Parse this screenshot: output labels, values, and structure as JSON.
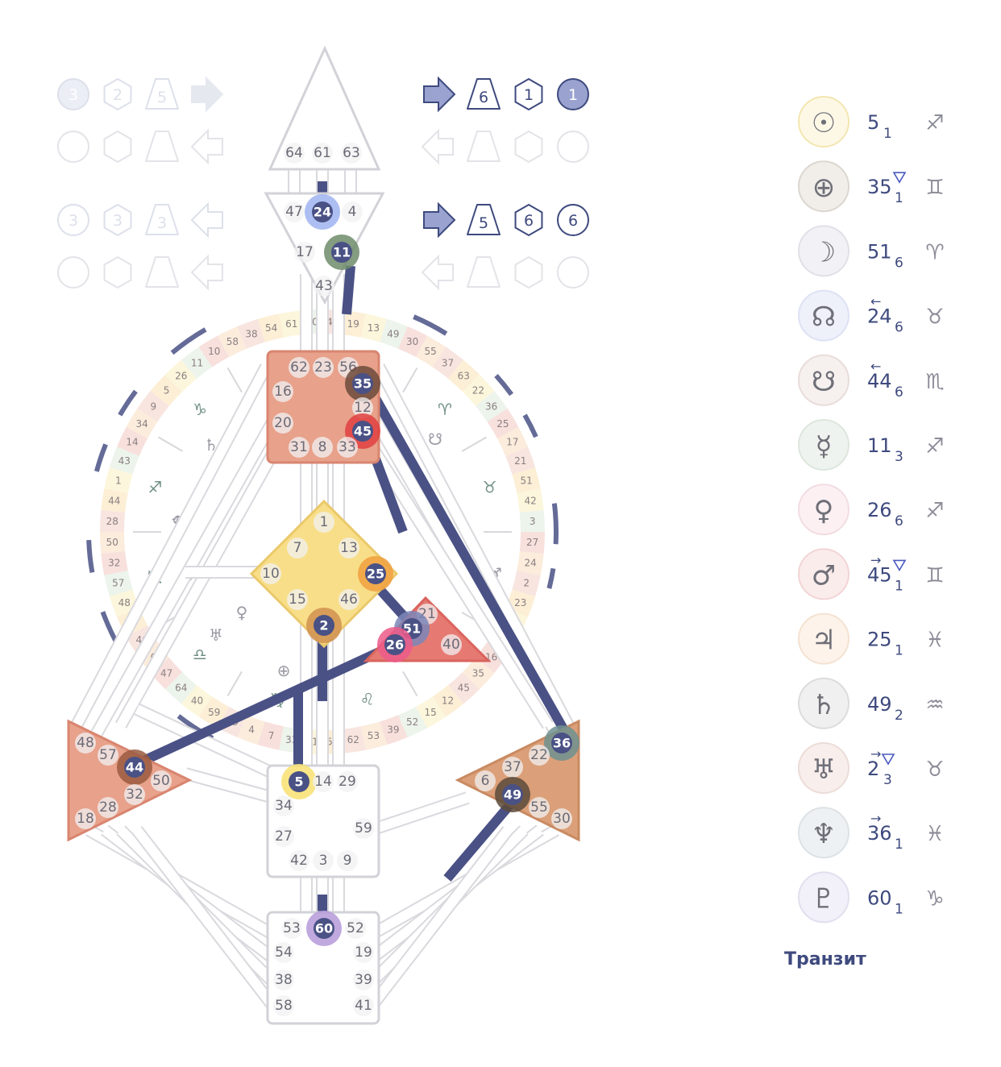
{
  "panel": {
    "label": "Транзит",
    "planets": [
      {
        "name": "sun-icon",
        "glyph": "☉",
        "gate": "5",
        "line": "1",
        "arrow": "",
        "tri": false,
        "sign": "♐",
        "bg": "#fdf8e6",
        "border": "#f3e6b0"
      },
      {
        "name": "earth-icon",
        "glyph": "⊕",
        "gate": "35",
        "line": "1",
        "arrow": "",
        "tri": true,
        "sign": "♊",
        "bg": "#f1eeea",
        "border": "#dcd6cf"
      },
      {
        "name": "moon-icon",
        "glyph": "☽",
        "gate": "51",
        "line": "6",
        "arrow": "",
        "tri": false,
        "sign": "♈",
        "bg": "#f2f2f6",
        "border": "#e0e0e8"
      },
      {
        "name": "north-node-icon",
        "glyph": "☊",
        "gate": "24",
        "line": "6",
        "arrow": "←",
        "tri": false,
        "sign": "♉",
        "bg": "#eef0fa",
        "border": "#dde2f4"
      },
      {
        "name": "south-node-icon",
        "glyph": "☋",
        "gate": "44",
        "line": "6",
        "arrow": "←",
        "tri": false,
        "sign": "♏",
        "bg": "#f6f0ee",
        "border": "#e8ddda"
      },
      {
        "name": "mercury-icon",
        "glyph": "☿",
        "gate": "11",
        "line": "3",
        "arrow": "",
        "tri": false,
        "sign": "♐",
        "bg": "#eff3ef",
        "border": "#dde6dd"
      },
      {
        "name": "venus-icon",
        "glyph": "♀",
        "gate": "26",
        "line": "6",
        "arrow": "",
        "tri": false,
        "sign": "♐",
        "bg": "#fcf0f3",
        "border": "#f2dde3"
      },
      {
        "name": "mars-icon",
        "glyph": "♂",
        "gate": "45",
        "line": "1",
        "arrow": "→",
        "tri": true,
        "sign": "♊",
        "bg": "#fbecec",
        "border": "#f2d4d4"
      },
      {
        "name": "jupiter-icon",
        "glyph": "♃",
        "gate": "25",
        "line": "1",
        "arrow": "",
        "tri": false,
        "sign": "♓",
        "bg": "#fdf3ea",
        "border": "#f4e2d2"
      },
      {
        "name": "saturn-icon",
        "glyph": "♄",
        "gate": "49",
        "line": "2",
        "arrow": "",
        "tri": false,
        "sign": "♒",
        "bg": "#f0f0f0",
        "border": "#dcdcdc"
      },
      {
        "name": "uranus-icon",
        "glyph": "♅",
        "gate": "2",
        "line": "3",
        "arrow": "→",
        "tri": true,
        "sign": "♉",
        "bg": "#f8eeec",
        "border": "#ecdcd8"
      },
      {
        "name": "neptune-icon",
        "glyph": "♆",
        "gate": "36",
        "line": "1",
        "arrow": "→",
        "tri": false,
        "sign": "♓",
        "bg": "#eef1f3",
        "border": "#dce2e6"
      },
      {
        "name": "pluto-icon",
        "glyph": "♇",
        "gate": "60",
        "line": "1",
        "arrow": "",
        "tri": false,
        "sign": "♑",
        "bg": "#f2f0f8",
        "border": "#e2dfee"
      }
    ]
  },
  "variables": {
    "left_top": [
      "3",
      "2",
      "5"
    ],
    "left_bottom": [
      "3",
      "3",
      "3"
    ],
    "right_top": [
      "6",
      "1",
      "1"
    ],
    "right_bottom": [
      "5",
      "6",
      "6"
    ]
  },
  "centers": {
    "head": {
      "gates": [
        "64",
        "61",
        "63"
      ]
    },
    "ajna": {
      "gates": [
        "47",
        "24",
        "4",
        "17",
        "11",
        "43"
      ]
    },
    "throat": {
      "gates": [
        "62",
        "23",
        "56",
        "35",
        "16",
        "12",
        "20",
        "45",
        "31",
        "8",
        "33"
      ]
    },
    "g": {
      "gates": [
        "1",
        "7",
        "13",
        "10",
        "25",
        "15",
        "46",
        "2"
      ]
    },
    "heart": {
      "gates": [
        "21",
        "51",
        "26",
        "40"
      ]
    },
    "spleen": {
      "gates": [
        "48",
        "57",
        "44",
        "50",
        "32",
        "28",
        "18"
      ]
    },
    "solar": {
      "gates": [
        "36",
        "22",
        "37",
        "6",
        "49",
        "55",
        "30"
      ]
    },
    "sacral": {
      "gates": [
        "5",
        "14",
        "29",
        "34",
        "27",
        "59",
        "42",
        "3",
        "9"
      ]
    },
    "root": {
      "gates": [
        "53",
        "60",
        "52",
        "54",
        "19",
        "38",
        "39",
        "58",
        "41"
      ]
    }
  },
  "active_gates": [
    "24",
    "11",
    "35",
    "45",
    "25",
    "2",
    "51",
    "26",
    "44",
    "36",
    "49",
    "5",
    "60"
  ],
  "colors": {
    "channel": "#4a5185",
    "throat": "#e8a18a",
    "g": "#f8de88",
    "heart": "#e67a72",
    "spleen": "#e8a18a",
    "solar": "#dba079",
    "accent": "#3e4a7e"
  },
  "ring": {
    "gates": [
      "41",
      "19",
      "13",
      "49",
      "30",
      "55",
      "37",
      "63",
      "22",
      "36",
      "25",
      "17",
      "21",
      "51",
      "42",
      "3",
      "27",
      "24",
      "2",
      "23",
      "8",
      "20",
      "16",
      "35",
      "45",
      "12",
      "15",
      "52",
      "39",
      "53",
      "62",
      "56",
      "31",
      "33",
      "7",
      "4",
      "29",
      "59",
      "40",
      "64",
      "47",
      "6",
      "46",
      "18",
      "48",
      "57",
      "32",
      "50",
      "28",
      "44",
      "1",
      "43",
      "14",
      "34",
      "9",
      "5",
      "26",
      "11",
      "10",
      "58",
      "38",
      "54",
      "61",
      "60"
    ],
    "signs": [
      "♒",
      "♓",
      "♈",
      "♉",
      "♊",
      "♋",
      "♌",
      "♍",
      "♎",
      "♏",
      "♐",
      "♑"
    ],
    "planets_inner": [
      "♄",
      "♆",
      "☽",
      "♅",
      "⊕",
      "☋",
      "♂",
      "☿",
      "♀",
      "♃"
    ]
  }
}
